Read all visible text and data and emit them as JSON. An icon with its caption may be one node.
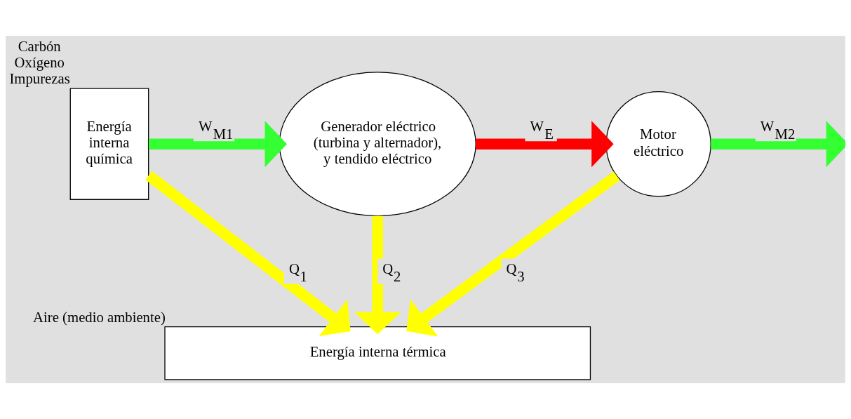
{
  "diagram": {
    "nodes": [
      {
        "text": [
          "Energía interna química"
        ],
        "beside": [
          "Carbón Oxígeno Impurezas"
        ]
      },
      {
        "text": [
          "Generador eléctrico (turbina y alternador), y tendido eléctrico"
        ]
      },
      {
        "text": [
          "Motor eléctrico"
        ]
      },
      {
        "text": [
          "Energía interna térmica"
        ],
        "beside": [
          "Aire (medio ambiente)"
        ]
      }
    ],
    "edges": [
      {
        "from": 0,
        "to": 1,
        "arrow": "to",
        "label": "W$_{M1}$",
        "color": "#33ff33"
      },
      {
        "from": 1,
        "to": 2,
        "arrow": "to",
        "label": "W$_{E}$",
        "color": "#ff0000"
      },
      {
        "from": 2,
        "to": null,
        "arrow": "to",
        "label": "W$_{M2}$",
        "color": "#33ff33"
      },
      {
        "from": 0,
        "to": 3,
        "arrow": "to",
        "label": "Q$_{1}$",
        "color": "#ffff00"
      },
      {
        "from": 1,
        "to": 3,
        "arrow": "to",
        "label": "Q$_{2}$",
        "color": "#ffff00"
      },
      {
        "from": 2,
        "to": 3,
        "arrow": "to",
        "label": "Q$_{3}$",
        "color": "#ffff00"
      }
    ]
  }
}
